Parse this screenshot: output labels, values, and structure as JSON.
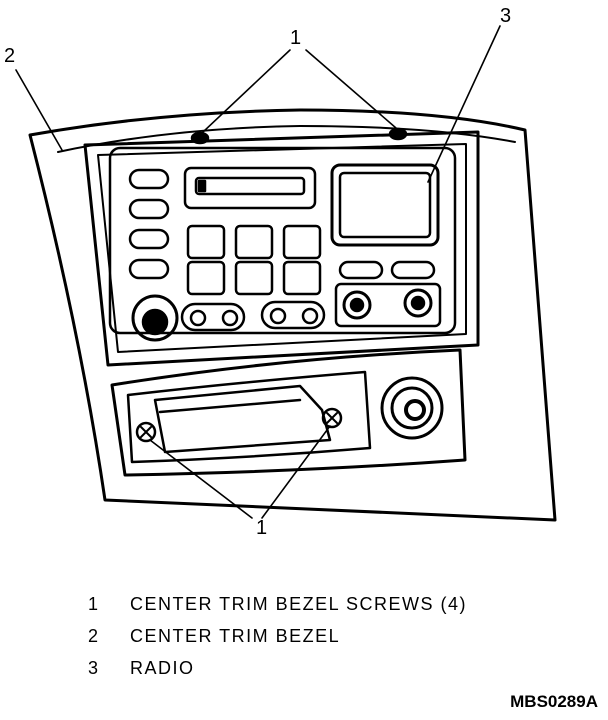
{
  "callouts": {
    "top_screws": "1",
    "bottom_screws": "1",
    "bezel": "2",
    "radio": "3"
  },
  "legend": [
    {
      "num": "1",
      "text": "CENTER TRIM BEZEL SCREWS (4)"
    },
    {
      "num": "2",
      "text": "CENTER TRIM BEZEL"
    },
    {
      "num": "3",
      "text": "RADIO"
    }
  ],
  "figure_code": "MBS0289A",
  "colors": {
    "ink": "#000000",
    "paper": "#ffffff"
  }
}
